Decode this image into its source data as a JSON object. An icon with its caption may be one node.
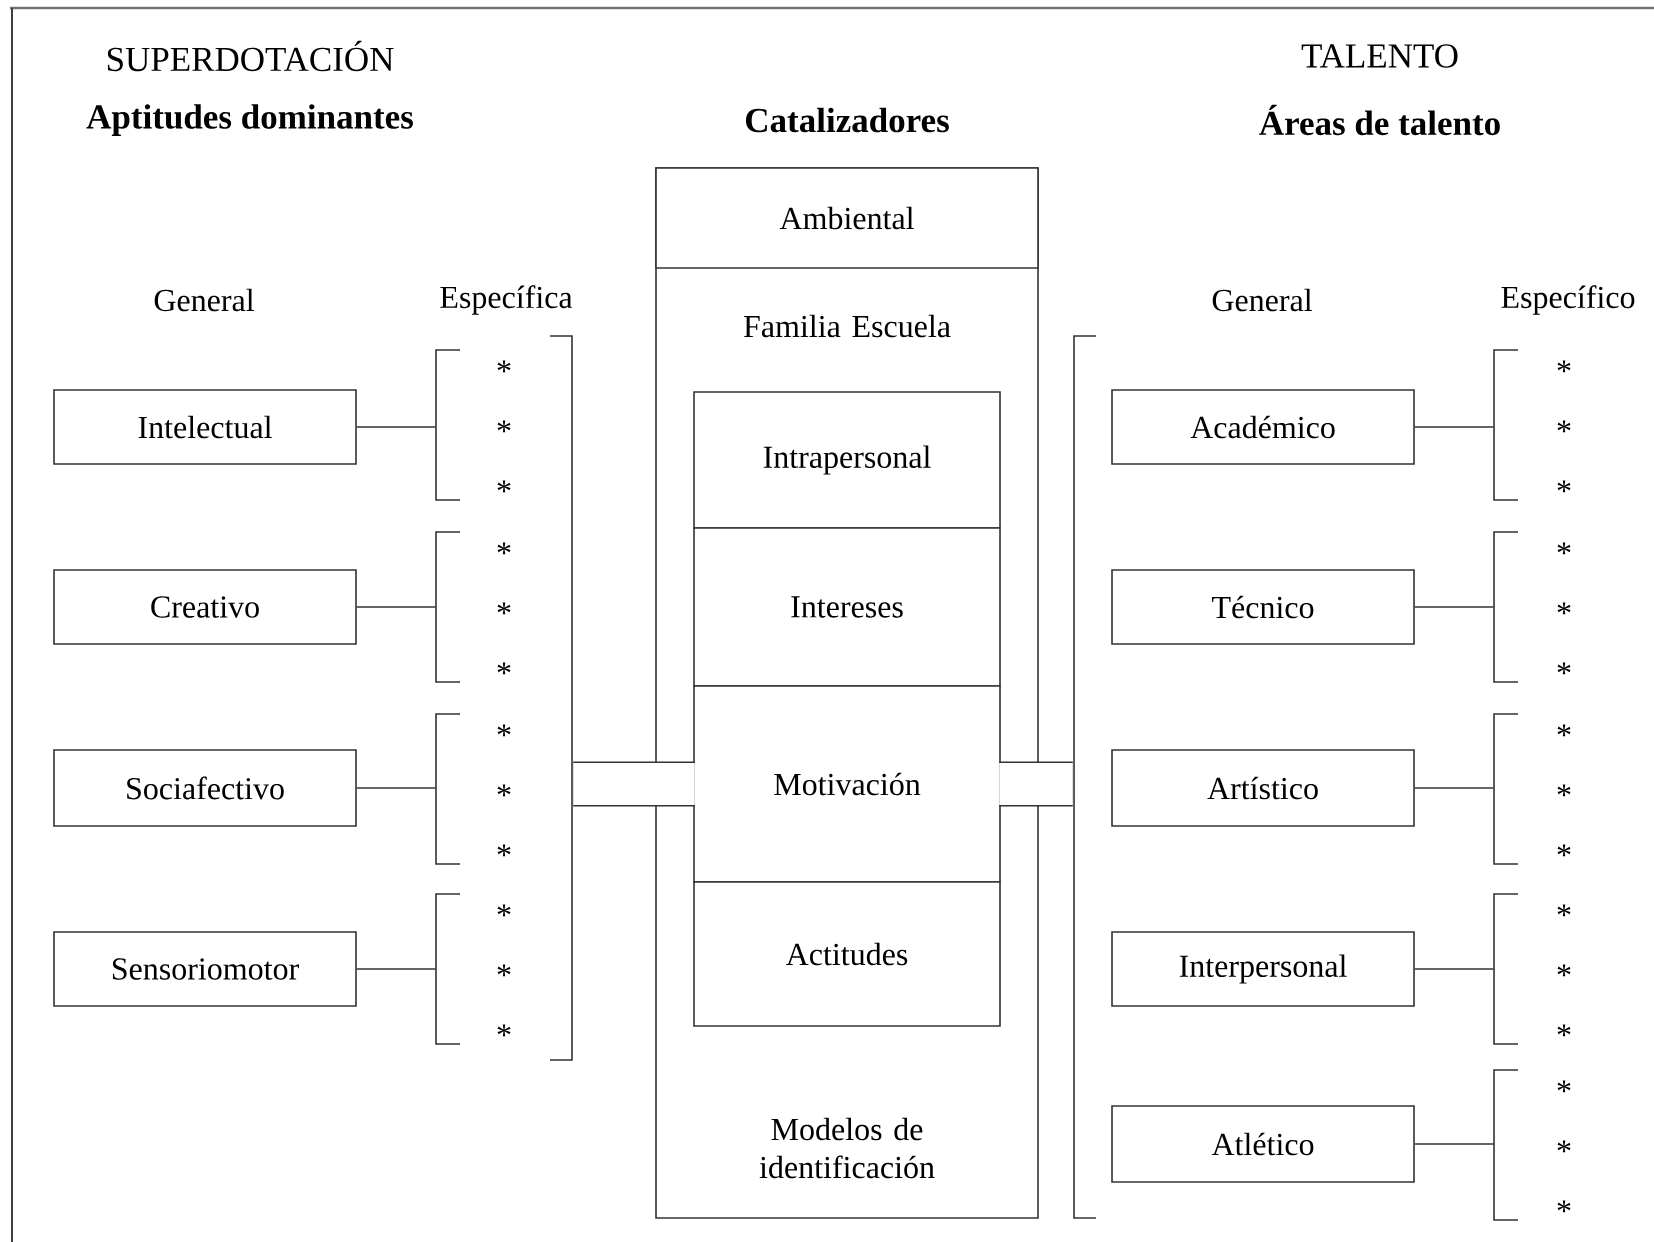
{
  "diagram": {
    "nodes": [
      {
        "text": [
          "Catalizadores",
          "Familia Escuela",
          "Modelos de identificación"
        ]
      },
      {
        "text": [
          "Ambiental"
        ],
        "in": 0
      },
      {
        "text": [
          "Intrapersonal"
        ],
        "in": 0
      },
      {
        "text": [
          "Intereses"
        ],
        "in": 0
      },
      {
        "text": [
          "Motivación"
        ],
        "in": 0
      },
      {
        "text": [
          "Actitudes"
        ],
        "in": 0
      },
      {
        "text": [
          "Intelectual"
        ]
      },
      {
        "text": [
          "Creativo"
        ]
      },
      {
        "text": [
          "Sociafectivo"
        ]
      },
      {
        "text": [
          "Sensoriomotor"
        ]
      },
      {
        "text": [
          "* * *"
        ]
      },
      {
        "text": [
          "* * *"
        ]
      },
      {
        "text": [
          "* * *"
        ]
      },
      {
        "text": [
          "* * *"
        ]
      },
      {
        "text": [],
        "shape": "bracket"
      },
      {
        "text": [
          "Académico"
        ]
      },
      {
        "text": [
          "Técnico"
        ]
      },
      {
        "text": [
          "Artístico"
        ]
      },
      {
        "text": [
          "Interpersonal"
        ]
      },
      {
        "text": [
          "Atlético"
        ]
      },
      {
        "text": [
          "* * *"
        ]
      },
      {
        "text": [
          "* * *"
        ]
      },
      {
        "text": [
          "* * *"
        ]
      },
      {
        "text": [
          "* * *"
        ]
      },
      {
        "text": [
          "* * *"
        ]
      },
      {
        "text": [],
        "shape": "bracket"
      }
    ],
    "edges": [
      {
        "from": 6,
        "to": 10,
        "arrow": "none"
      },
      {
        "from": 7,
        "to": 11,
        "arrow": "none"
      },
      {
        "from": 8,
        "to": 12,
        "arrow": "none"
      },
      {
        "from": 9,
        "to": 13,
        "arrow": "none"
      },
      {
        "from": 14,
        "to": 4,
        "arrow": "none",
        "style": "thick"
      },
      {
        "from": 4,
        "to": 25,
        "arrow": "none",
        "style": "thick"
      },
      {
        "from": 15,
        "to": 20,
        "arrow": "none"
      },
      {
        "from": 16,
        "to": 21,
        "arrow": "none"
      },
      {
        "from": 17,
        "to": 22,
        "arrow": "none"
      },
      {
        "from": 18,
        "to": 23,
        "arrow": "none"
      },
      {
        "from": 19,
        "to": 24,
        "arrow": "none"
      }
    ],
    "labels": [
      "SUPERDOTACIÓN",
      "Aptitudes dominantes",
      "TALENTO",
      "Áreas de talento",
      "General",
      "Específica",
      "General",
      "Específico"
    ]
  }
}
